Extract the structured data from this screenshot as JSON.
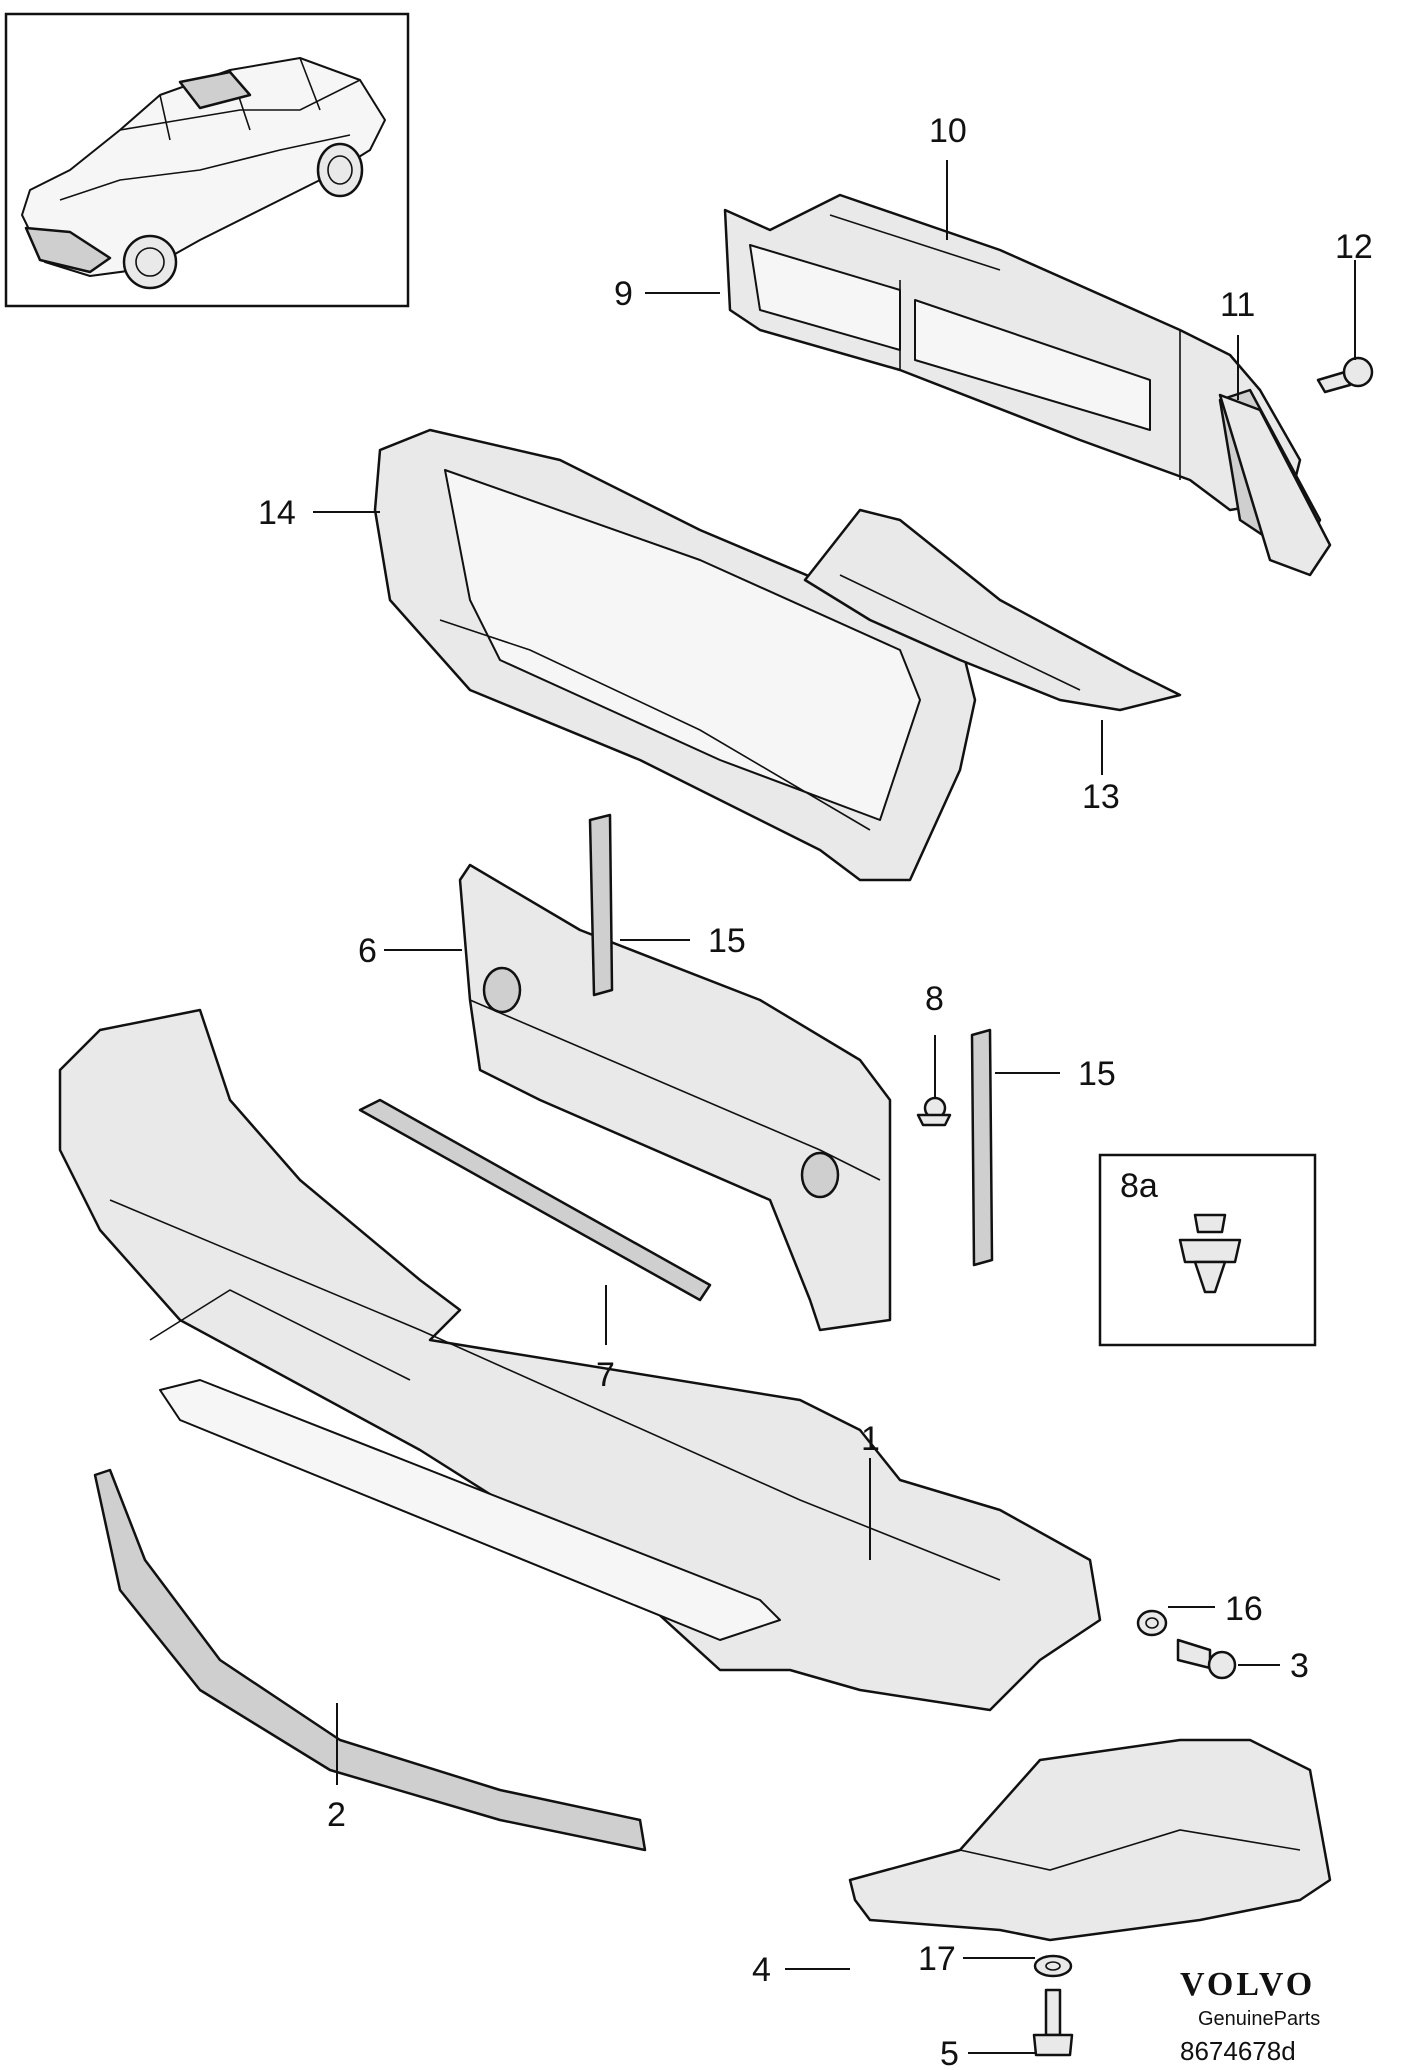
{
  "callouts": {
    "c1": "1",
    "c2": "2",
    "c3": "3",
    "c4": "4",
    "c5": "5",
    "c6": "6",
    "c7": "7",
    "c8": "8",
    "c8a": "8a",
    "c9": "9",
    "c10": "10",
    "c11": "11",
    "c12": "12",
    "c13": "13",
    "c14": "14",
    "c15a": "15",
    "c15b": "15",
    "c16": "16",
    "c17": "17"
  },
  "branding": {
    "brand": "VOLVO",
    "sub": "GenuineParts",
    "doc_number": "8674678d"
  },
  "colors": {
    "line": "#111111",
    "fill": "#e9e9e9",
    "background": "#ffffff"
  }
}
